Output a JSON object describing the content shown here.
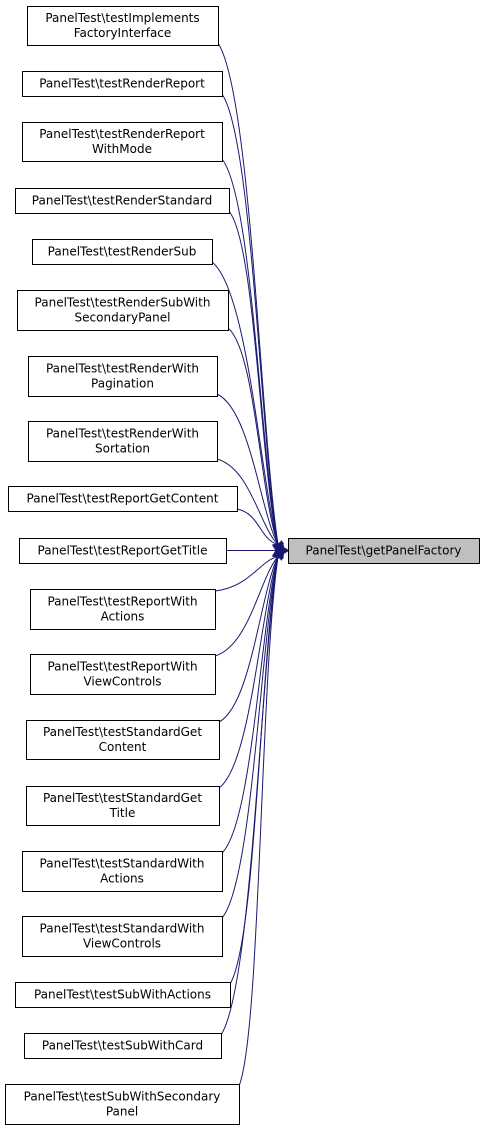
{
  "diagram": {
    "type": "call-graph",
    "target": {
      "id": "target",
      "lines": [
        "PanelTest\\getPanelFactory"
      ]
    },
    "callers": [
      {
        "id": "n0",
        "lines": [
          "PanelTest\\testImplements",
          "FactoryInterface"
        ]
      },
      {
        "id": "n1",
        "lines": [
          "PanelTest\\testRenderReport"
        ]
      },
      {
        "id": "n2",
        "lines": [
          "PanelTest\\testRenderReport",
          "WithMode"
        ]
      },
      {
        "id": "n3",
        "lines": [
          "PanelTest\\testRenderStandard"
        ]
      },
      {
        "id": "n4",
        "lines": [
          "PanelTest\\testRenderSub"
        ]
      },
      {
        "id": "n5",
        "lines": [
          "PanelTest\\testRenderSubWith",
          "SecondaryPanel"
        ]
      },
      {
        "id": "n6",
        "lines": [
          "PanelTest\\testRenderWith",
          "Pagination"
        ]
      },
      {
        "id": "n7",
        "lines": [
          "PanelTest\\testRenderWith",
          "Sortation"
        ]
      },
      {
        "id": "n8",
        "lines": [
          "PanelTest\\testReportGetContent"
        ]
      },
      {
        "id": "n9",
        "lines": [
          "PanelTest\\testReportGetTitle"
        ]
      },
      {
        "id": "n10",
        "lines": [
          "PanelTest\\testReportWith",
          "Actions"
        ]
      },
      {
        "id": "n11",
        "lines": [
          "PanelTest\\testReportWith",
          "ViewControls"
        ]
      },
      {
        "id": "n12",
        "lines": [
          "PanelTest\\testStandardGet",
          "Content"
        ]
      },
      {
        "id": "n13",
        "lines": [
          "PanelTest\\testStandardGet",
          "Title"
        ]
      },
      {
        "id": "n14",
        "lines": [
          "PanelTest\\testStandardWith",
          "Actions"
        ]
      },
      {
        "id": "n15",
        "lines": [
          "PanelTest\\testStandardWith",
          "ViewControls"
        ]
      },
      {
        "id": "n16",
        "lines": [
          "PanelTest\\testSubWithActions"
        ]
      },
      {
        "id": "n17",
        "lines": [
          "PanelTest\\testSubWithCard"
        ]
      },
      {
        "id": "n18",
        "lines": [
          "PanelTest\\testSubWithSecondary",
          "Panel"
        ]
      }
    ],
    "colors": {
      "edge": "#191970",
      "target_fill": "#bfbfbf",
      "node_fill": "#ffffff",
      "border": "#000000"
    }
  }
}
